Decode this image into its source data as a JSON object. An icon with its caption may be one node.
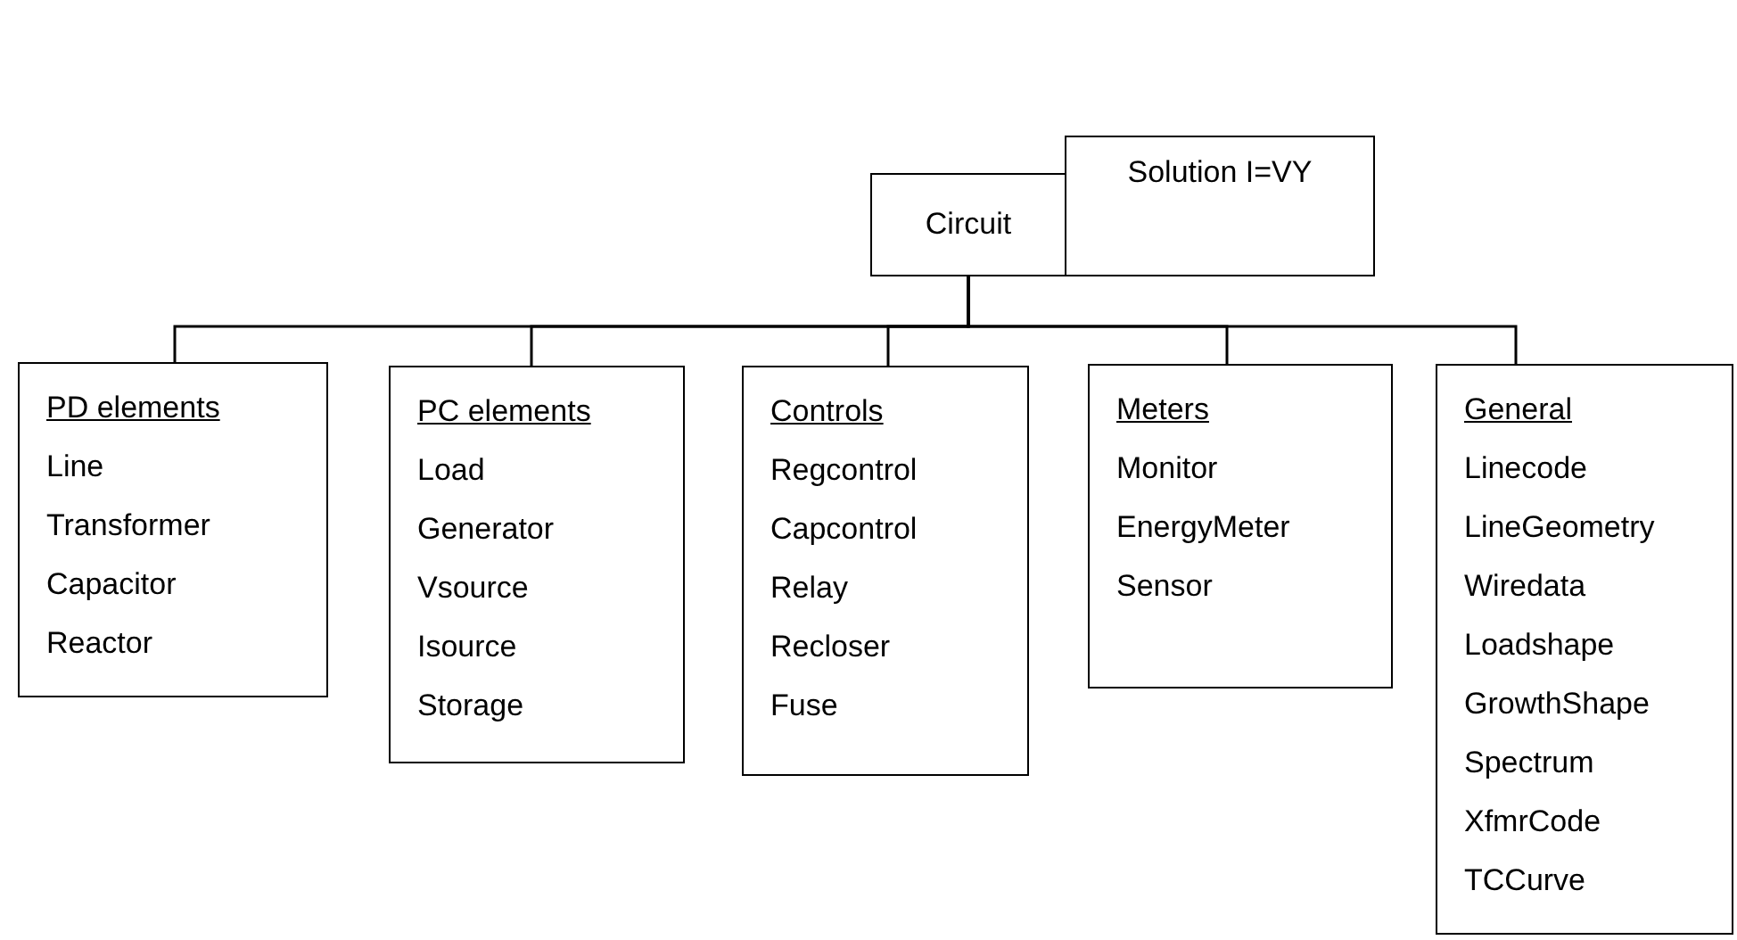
{
  "diagram": {
    "nodes": [
      {
        "text": [
          "Circuit"
        ]
      },
      {
        "text": [
          "Solution I=VY"
        ]
      },
      {
        "text": [
          "PD elements",
          "Line",
          "Transformer",
          "Capacitor",
          "Reactor"
        ]
      },
      {
        "text": [
          "PC elements",
          "Load",
          "Generator",
          "Vsource",
          "Isource",
          "Storage"
        ]
      },
      {
        "text": [
          "Controls",
          "Regcontrol",
          "Capcontrol",
          "Relay",
          "Recloser",
          "Fuse"
        ]
      },
      {
        "text": [
          "Meters",
          "Monitor",
          "EnergyMeter",
          "Sensor"
        ]
      },
      {
        "text": [
          "General",
          "Linecode",
          "LineGeometry",
          "Wiredata",
          "Loadshape",
          "GrowthShape",
          "Spectrum",
          "XfmrCode",
          "TCCurve"
        ]
      }
    ],
    "edges": [
      {
        "from": 0,
        "to": 2,
        "arrow": "none"
      },
      {
        "from": 0,
        "to": 3,
        "arrow": "none"
      },
      {
        "from": 0,
        "to": 4,
        "arrow": "none"
      },
      {
        "from": 0,
        "to": 5,
        "arrow": "none"
      },
      {
        "from": 0,
        "to": 6,
        "arrow": "none"
      }
    ]
  }
}
